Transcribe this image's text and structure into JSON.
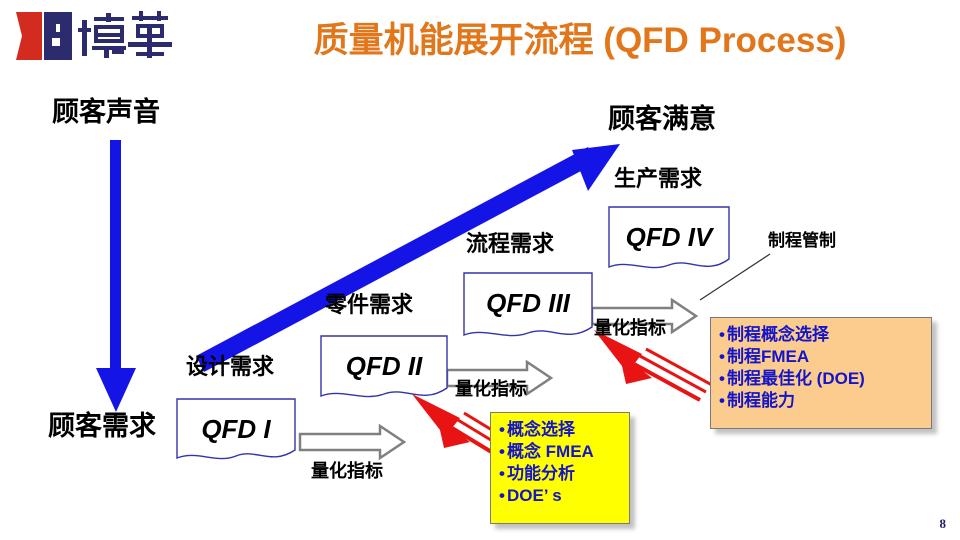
{
  "slide": {
    "title": "质量机能展开流程 (QFD Process)",
    "title_color": "#E2761B",
    "page_number": "8",
    "logo_text": "博革",
    "logo_colors": {
      "red": "#D42B20",
      "navy": "#2B2B6E"
    }
  },
  "labels": {
    "voice_of_customer": "顾客声音",
    "customer_requirements": "顾客需求",
    "design_requirements": "设计需求",
    "part_requirements": "零件需求",
    "process_requirements": "流程需求",
    "production_requirements": "生产需求",
    "customer_satisfaction": "顾客满意",
    "process_control": "制程管制"
  },
  "qfd_boxes": [
    {
      "name": "qfd-1",
      "label": "QFD I"
    },
    {
      "name": "qfd-2",
      "label": "QFD II"
    },
    {
      "name": "qfd-3",
      "label": "QFD III"
    },
    {
      "name": "qfd-4",
      "label": "QFD IV"
    }
  ],
  "flow_arrow_labels": [
    {
      "name": "metric-1",
      "label": "量化指标"
    },
    {
      "name": "metric-2",
      "label": "量化指标"
    },
    {
      "name": "metric-3",
      "label": "量化指标"
    }
  ],
  "callouts": {
    "yellow": {
      "background": "#FFFF00",
      "text_color": "#1414C8",
      "items": [
        "概念选择",
        "概念 FMEA",
        "功能分析",
        "DOE’ s"
      ]
    },
    "orange": {
      "background": "#FBCC8E",
      "text_color": "#1414C8",
      "items": [
        "制程概念选择",
        "制程FMEA",
        "制程最佳化 (DOE)",
        "制程能力"
      ]
    }
  },
  "arrows": {
    "blue_color": "#1414E6",
    "red_color": "#E81414",
    "gray_color": "#808080"
  }
}
